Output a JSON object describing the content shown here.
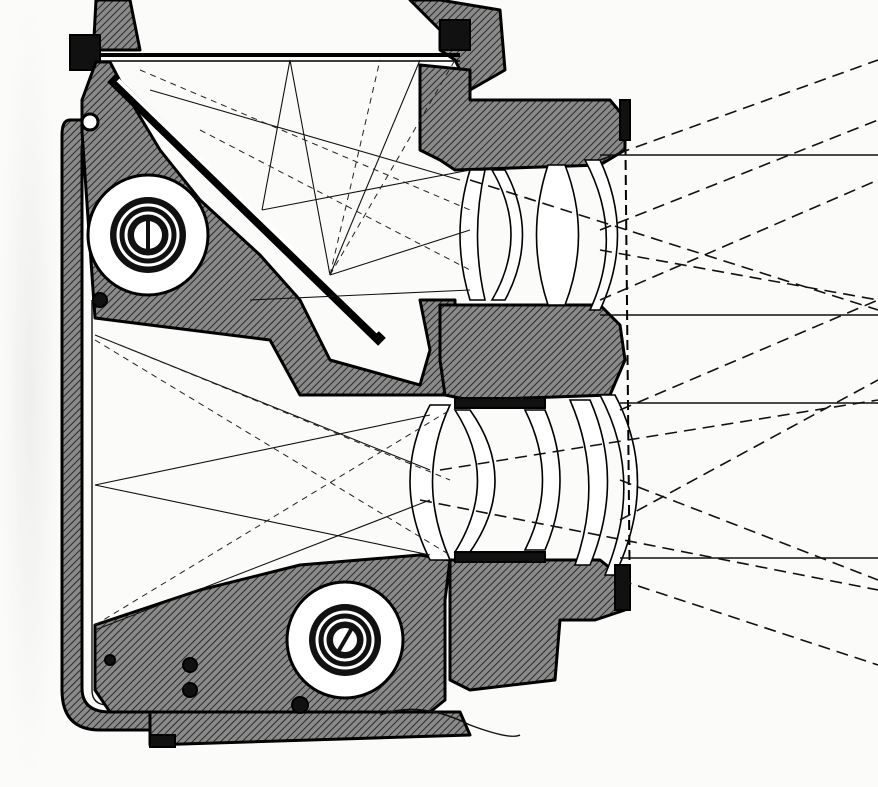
{
  "figure": {
    "subject": "twin-lens-reflex-camera-cross-section",
    "components": [
      "viewing-lens",
      "taking-lens",
      "reflex-mirror",
      "film-spool-top",
      "film-spool-bottom",
      "focusing-screen",
      "camera-body"
    ]
  }
}
